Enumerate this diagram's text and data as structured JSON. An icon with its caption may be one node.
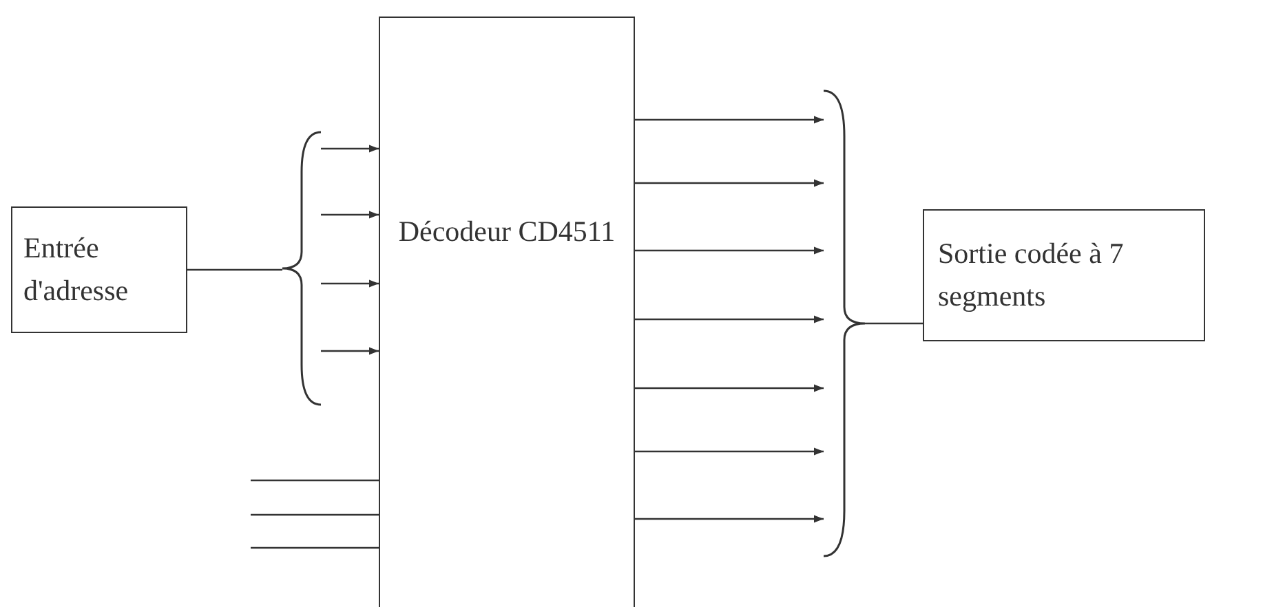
{
  "diagram": {
    "nodes": [
      {
        "text": [
          "Entrée d'adresse"
        ]
      },
      {
        "text": [],
        "shape": "bracket"
      },
      {
        "text": [
          "Décodeur CD4511"
        ]
      },
      {
        "text": [],
        "shape": "bracket"
      },
      {
        "text": [
          "Sortie codée à 7 segments"
        ]
      }
    ],
    "edges": [
      {
        "from": 0,
        "to": 1,
        "arrow": "none"
      },
      {
        "from": 1,
        "to": 2,
        "arrow": "to"
      },
      {
        "from": 1,
        "to": 2,
        "arrow": "to"
      },
      {
        "from": 1,
        "to": 2,
        "arrow": "to"
      },
      {
        "from": 1,
        "to": 2,
        "arrow": "to"
      },
      {
        "from": 2,
        "to": 3,
        "arrow": "to"
      },
      {
        "from": 2,
        "to": 3,
        "arrow": "to"
      },
      {
        "from": 2,
        "to": 3,
        "arrow": "to"
      },
      {
        "from": 2,
        "to": 3,
        "arrow": "to"
      },
      {
        "from": 2,
        "to": 3,
        "arrow": "to"
      },
      {
        "from": 2,
        "to": 3,
        "arrow": "to"
      },
      {
        "from": 2,
        "to": 3,
        "arrow": "to"
      },
      {
        "from": 3,
        "to": 4,
        "arrow": "none"
      },
      {
        "from": null,
        "to": 2,
        "arrow": "none"
      },
      {
        "from": null,
        "to": 2,
        "arrow": "none"
      },
      {
        "from": null,
        "to": 2,
        "arrow": "none"
      }
    ]
  }
}
